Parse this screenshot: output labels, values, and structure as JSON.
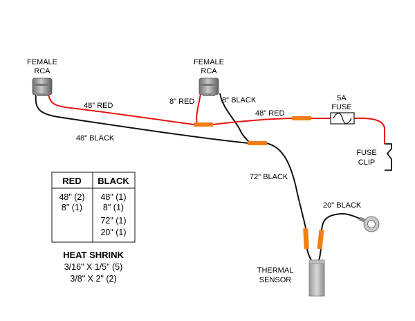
{
  "labels": {
    "rca_left_line1": "FEMALE",
    "rca_left_line2": "RCA",
    "rca_mid_line1": "FEMALE",
    "rca_mid_line2": "RCA",
    "fuse_line1": "5A",
    "fuse_line2": "FUSE",
    "fuse_clip_line1": "FUSE",
    "fuse_clip_line2": "CLIP",
    "thermal_line1": "THERMAL",
    "thermal_line2": "SENSOR"
  },
  "wire_labels": {
    "red_48_left": "48\" RED",
    "black_48_left": "48\" BLACK",
    "red_8": "8\" RED",
    "black_8": "8\" BLACK",
    "red_48_right": "48\" RED",
    "black_72": "72\" BLACK",
    "black_20": "20\" BLACK"
  },
  "parts_table": {
    "headers": [
      "RED",
      "BLACK"
    ],
    "red": [
      "48\" (2)",
      "8\" (1)"
    ],
    "black": [
      "48\" (1)",
      "8\" (1)",
      "72\" (1)",
      "20\" (1)"
    ]
  },
  "heat_shrink": {
    "title": "HEAT SHRINK",
    "items": [
      "3/16\" X 1/5\" (5)",
      "3/8\" X 2\" (2)"
    ]
  },
  "colors": {
    "red_wire": "#e8120f",
    "black_wire": "#111111",
    "heat_shrink": "#f07e12",
    "connector": "#8a8a8a"
  }
}
